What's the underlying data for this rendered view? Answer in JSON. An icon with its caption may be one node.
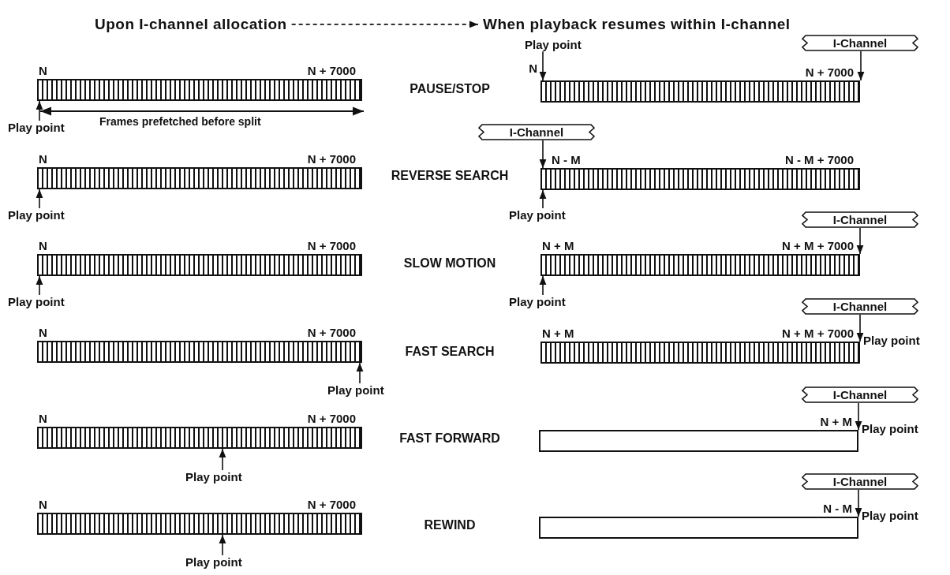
{
  "diagram": {
    "nodes": [
      {
        "text": [
          "Upon I-channel allocation"
        ]
      },
      {
        "text": [
          "When playback resumes within I-channel"
        ]
      },
      {
        "text": [],
        "shape": "bar",
        "beside": [
          "N",
          "N + 7000"
        ]
      },
      {
        "text": [
          "Play point"
        ]
      },
      {
        "text": [
          "Play point"
        ]
      },
      {
        "text": [
          "I-Channel"
        ]
      },
      {
        "text": [],
        "shape": "bar",
        "beside": [
          "N",
          "N + 7000"
        ]
      },
      {
        "text": [],
        "shape": "bar",
        "beside": [
          "N",
          "N + 7000"
        ]
      },
      {
        "text": [
          "I-Channel"
        ]
      },
      {
        "text": [],
        "shape": "bar",
        "beside": [
          "N - M",
          "N - M + 7000"
        ]
      },
      {
        "text": [
          "Play point"
        ]
      },
      {
        "text": [
          "Play point"
        ]
      },
      {
        "text": [],
        "shape": "bar",
        "beside": [
          "N",
          "N + 7000"
        ]
      },
      {
        "text": [
          "I-Channel"
        ]
      },
      {
        "text": [],
        "shape": "bar",
        "beside": [
          "N + M",
          "N + M + 7000"
        ]
      },
      {
        "text": [
          "Play point"
        ]
      },
      {
        "text": [
          "Play point"
        ]
      },
      {
        "text": [],
        "shape": "bar",
        "beside": [
          "N",
          "N + 7000"
        ]
      },
      {
        "text": [
          "I-Channel"
        ]
      },
      {
        "text": [],
        "shape": "bar",
        "beside": [
          "N + M",
          "N + M + 7000",
          "Play point"
        ]
      },
      {
        "text": [
          "Play point"
        ]
      },
      {
        "text": [],
        "shape": "bar",
        "beside": [
          "N",
          "N + 7000"
        ]
      },
      {
        "text": [
          "I-Channel"
        ]
      },
      {
        "text": [],
        "shape": "box",
        "beside": [
          "N + M",
          "Play point"
        ]
      },
      {
        "text": [
          "Play point"
        ]
      },
      {
        "text": [],
        "shape": "bar",
        "beside": [
          "N",
          "N + 7000"
        ]
      },
      {
        "text": [
          "I-Channel"
        ]
      },
      {
        "text": [],
        "shape": "box",
        "beside": [
          "N - M",
          "Play point"
        ]
      },
      {
        "text": [
          "Play point"
        ]
      }
    ],
    "edges": [
      {
        "from": 0,
        "to": 1,
        "arrow": "to",
        "style": "dashed"
      },
      {
        "from": 3,
        "to": 2,
        "arrow": "to"
      },
      {
        "from": 4,
        "to": 6,
        "arrow": "to"
      },
      {
        "from": 5,
        "to": 6,
        "arrow": "to"
      },
      {
        "from": 10,
        "to": 7,
        "arrow": "to"
      },
      {
        "from": 8,
        "to": 9,
        "arrow": "to"
      },
      {
        "from": 11,
        "to": 9,
        "arrow": "to"
      },
      {
        "from": 15,
        "to": 12,
        "arrow": "to"
      },
      {
        "from": 13,
        "to": 14,
        "arrow": "to"
      },
      {
        "from": 16,
        "to": 14,
        "arrow": "to"
      },
      {
        "from": 20,
        "to": 17,
        "arrow": "to"
      },
      {
        "from": 18,
        "to": 19,
        "arrow": "to"
      },
      {
        "from": 24,
        "to": 21,
        "arrow": "to"
      },
      {
        "from": 22,
        "to": 23,
        "arrow": "to"
      },
      {
        "from": 28,
        "to": 25,
        "arrow": "to"
      },
      {
        "from": 26,
        "to": 27,
        "arrow": "to"
      }
    ],
    "labels": [
      "PAUSE/STOP",
      "Frames prefetched before split",
      "REVERSE SEARCH",
      "SLOW MOTION",
      "FAST SEARCH",
      "FAST FORWARD",
      "REWIND"
    ]
  }
}
